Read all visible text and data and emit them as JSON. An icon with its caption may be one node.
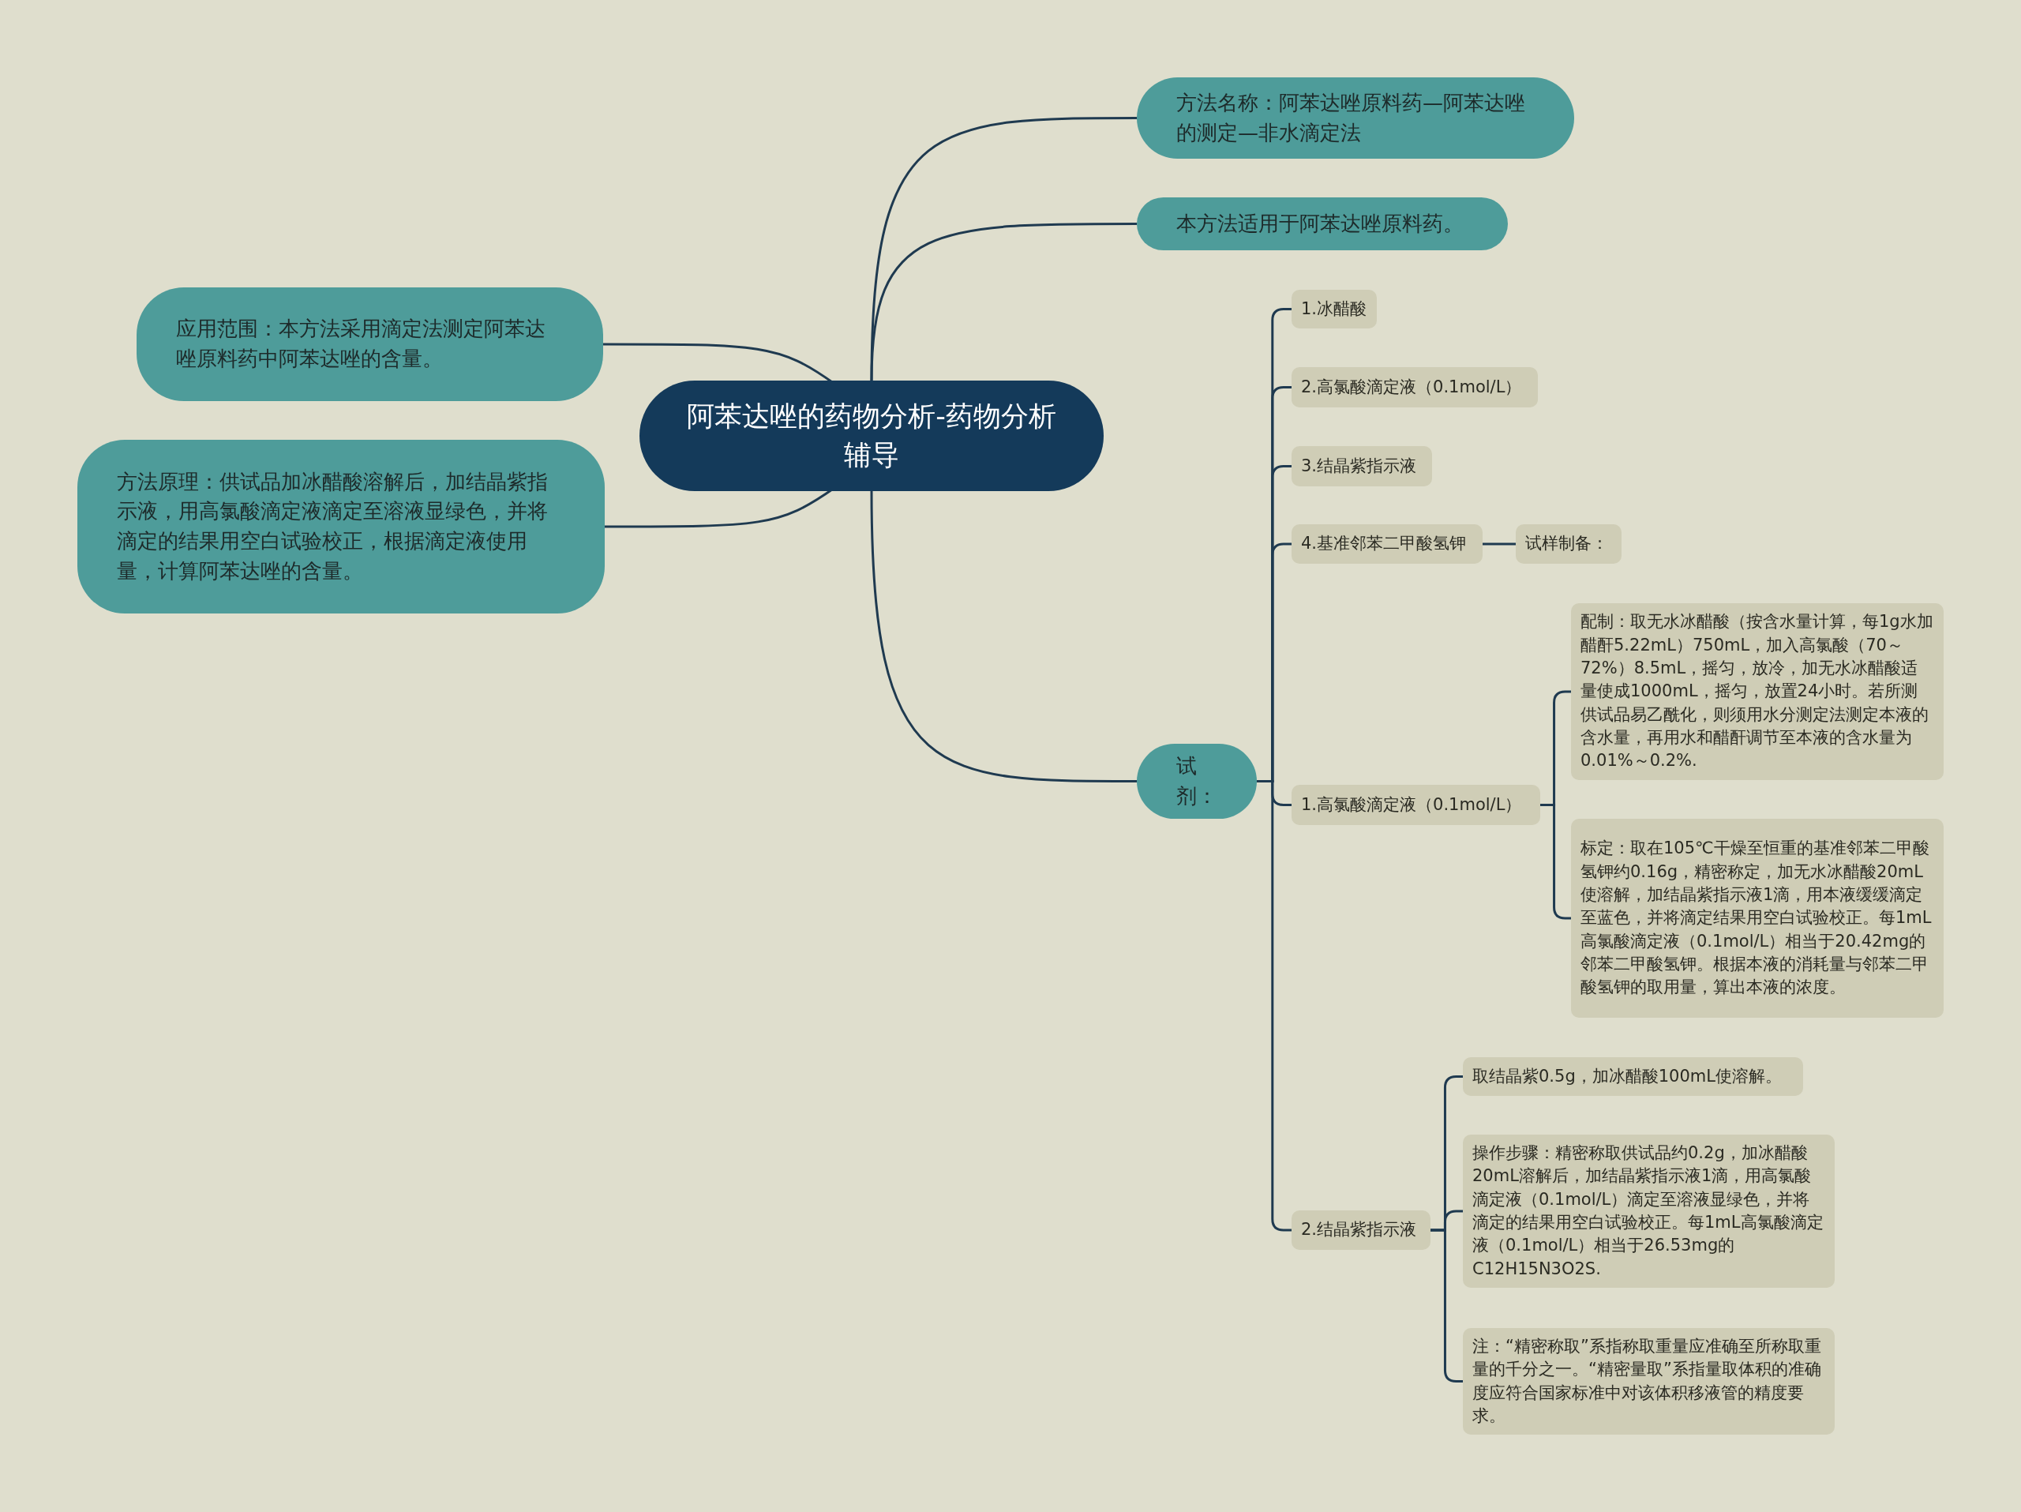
{
  "diagram": {
    "nodes": [
      {
        "text": [
          "阿苯达唑的药物分析-药物分析辅导"
        ]
      },
      {
        "text": [
          "方法名称：阿苯达唑原料药—阿苯达唑的测定—非水滴定法"
        ]
      },
      {
        "text": [
          "本方法适用于阿苯达唑原料药。"
        ]
      },
      {
        "text": [
          "应用范围：本方法采用滴定法测定阿苯达唑原料药中阿苯达唑的含量。"
        ]
      },
      {
        "text": [
          "方法原理：供试品加冰醋酸溶解后，加结晶紫指示液，用高氯酸滴定液滴定至溶液显绿色，并将滴定的结果用空白试验校正，根据滴定液使用量，计算阿苯达唑的含量。"
        ]
      },
      {
        "text": [
          "试剂："
        ]
      },
      {
        "text": [
          "1.冰醋酸"
        ]
      },
      {
        "text": [
          "2.高氯酸滴定液（0.1mol/L）"
        ]
      },
      {
        "text": [
          "3.结晶紫指示液"
        ]
      },
      {
        "text": [
          "4.基准邻苯二甲酸氢钾"
        ]
      },
      {
        "text": [
          "试样制备："
        ]
      },
      {
        "text": [
          "1.高氯酸滴定液（0.1mol/L）"
        ]
      },
      {
        "text": [
          "配制：取无水冰醋酸（按含水量计算，每1g水加醋酐5.22mL）750mL，加入高氯酸（70～72%）8.5mL，摇匀，放冷，加无水冰醋酸适量使成1000mL，摇匀，放置24小时。若所测供试品易乙酰化，则须用水分测定法测定本液的含水量，再用水和醋酐调节至本液的含水量为0.01%～0.2%."
        ]
      },
      {
        "text": [
          "标定：取在105℃干燥至恒重的基准邻苯二甲酸氢钾约0.16g，精密称定，加无水冰醋酸20mL使溶解，加结晶紫指示液1滴，用本液缓缓滴定至蓝色，并将滴定结果用空白试验校正。每1mL高氯酸滴定液（0.1mol/L）相当于20.42mg的邻苯二甲酸氢钾。根据本液的消耗量与邻苯二甲酸氢钾的取用量，算出本液的浓度。"
        ]
      },
      {
        "text": [
          "2.结晶紫指示液"
        ]
      },
      {
        "text": [
          "取结晶紫0.5g，加冰醋酸100mL使溶解。"
        ]
      },
      {
        "text": [
          "操作步骤：精密称取供试品约0.2g，加冰醋酸20mL溶解后，加结晶紫指示液1滴，用高氯酸滴定液（0.1mol/L）滴定至溶液显绿色，并将滴定的结果用空白试验校正。每1mL高氯酸滴定液（0.1mol/L）相当于26.53mg的C12H15N3O2S."
        ]
      },
      {
        "text": [
          "注：“精密称取”系指称取重量应准确至所称取重量的千分之一。“精密量取”系指量取体积的准确度应符合国家标准中对该体积移液管的精度要求。"
        ]
      }
    ],
    "edges": [
      {
        "from": 0,
        "to": 1,
        "arrow": "none"
      },
      {
        "from": 0,
        "to": 2,
        "arrow": "none"
      },
      {
        "from": 0,
        "to": 3,
        "arrow": "none"
      },
      {
        "from": 0,
        "to": 4,
        "arrow": "none"
      },
      {
        "from": 0,
        "to": 5,
        "arrow": "none"
      },
      {
        "from": 5,
        "to": 6,
        "arrow": "none"
      },
      {
        "from": 5,
        "to": 7,
        "arrow": "none"
      },
      {
        "from": 5,
        "to": 8,
        "arrow": "none"
      },
      {
        "from": 5,
        "to": 9,
        "arrow": "none"
      },
      {
        "from": 9,
        "to": 10,
        "arrow": "none"
      },
      {
        "from": 5,
        "to": 11,
        "arrow": "none"
      },
      {
        "from": 11,
        "to": 12,
        "arrow": "none"
      },
      {
        "from": 11,
        "to": 13,
        "arrow": "none"
      },
      {
        "from": 5,
        "to": 14,
        "arrow": "none"
      },
      {
        "from": 14,
        "to": 15,
        "arrow": "none"
      },
      {
        "from": 14,
        "to": 16,
        "arrow": "none"
      },
      {
        "from": 14,
        "to": 17,
        "arrow": "none"
      }
    ]
  }
}
